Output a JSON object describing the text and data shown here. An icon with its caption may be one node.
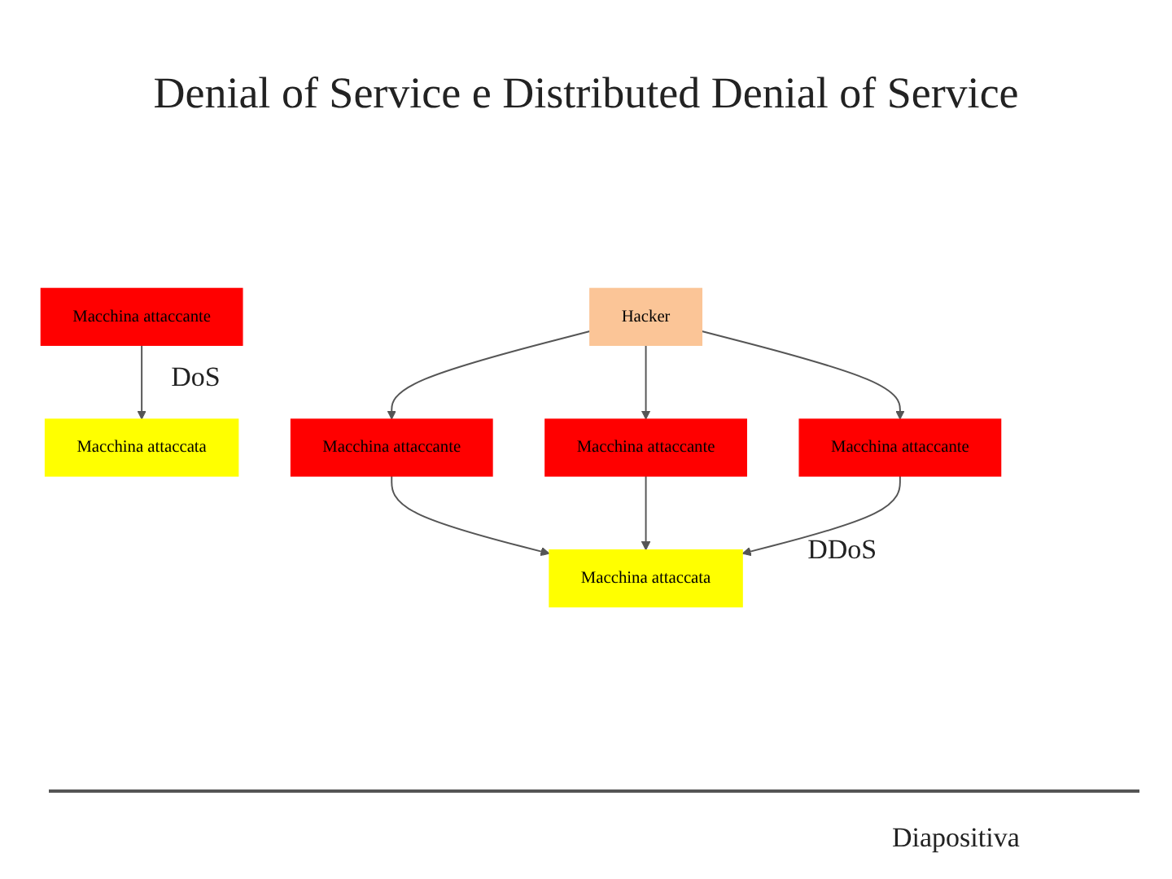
{
  "diagram": {
    "title": "Denial of Service e Distributed Denial of Service",
    "nodes": [
      {
        "text": [
          "Macchina attaccante"
        ]
      },
      {
        "text": [
          "Macchina attaccata"
        ]
      },
      {
        "text": [
          "Hacker"
        ]
      },
      {
        "text": [
          "Macchina attaccante"
        ]
      },
      {
        "text": [
          "Macchina attaccante"
        ]
      },
      {
        "text": [
          "Macchina attaccante"
        ]
      },
      {
        "text": [
          "Macchina attaccata"
        ]
      }
    ],
    "edges": [
      {
        "from": 0,
        "to": 1,
        "arrow": "to"
      },
      {
        "from": 2,
        "to": 3,
        "arrow": "to"
      },
      {
        "from": 2,
        "to": 4,
        "arrow": "to"
      },
      {
        "from": 2,
        "to": 5,
        "arrow": "to"
      },
      {
        "from": 3,
        "to": 6,
        "arrow": "to"
      },
      {
        "from": 4,
        "to": 6,
        "arrow": "to"
      },
      {
        "from": 5,
        "to": 6,
        "arrow": "to"
      }
    ],
    "labels": [
      "DoS",
      "DDoS",
      "Diapositiva"
    ]
  }
}
